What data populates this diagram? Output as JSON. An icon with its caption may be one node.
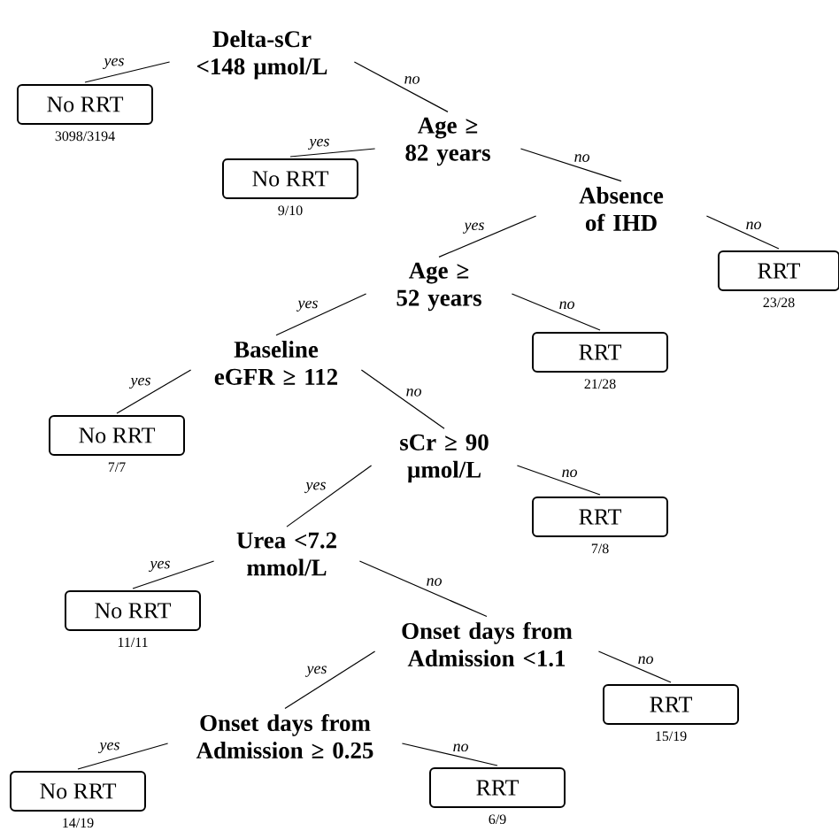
{
  "diagram": {
    "nodes": [
      {
        "text": [
          "Delta-sCr <148 µmol/L"
        ]
      },
      {
        "text": [
          "No RRT"
        ],
        "beside": [
          "3098/3194"
        ]
      },
      {
        "text": [
          "Age ≥  82 years"
        ]
      },
      {
        "text": [
          "No RRT"
        ],
        "beside": [
          "9/10"
        ]
      },
      {
        "text": [
          "Absence of IHD"
        ]
      },
      {
        "text": [
          "Age ≥ 52 years"
        ]
      },
      {
        "text": [
          "RRT"
        ],
        "beside": [
          "23/28"
        ]
      },
      {
        "text": [
          "Baseline eGFR ≥ 112"
        ]
      },
      {
        "text": [
          "RRT"
        ],
        "beside": [
          "21/28"
        ]
      },
      {
        "text": [
          "No RRT"
        ],
        "beside": [
          "7/7"
        ]
      },
      {
        "text": [
          "sCr ≥ 90 µmol/L"
        ]
      },
      {
        "text": [
          "RRT"
        ],
        "beside": [
          "7/8"
        ]
      },
      {
        "text": [
          "Urea <7.2 mmol/L"
        ]
      },
      {
        "text": [
          "No RRT"
        ],
        "beside": [
          "11/11"
        ]
      },
      {
        "text": [
          "Onset days from Admission <1.1"
        ]
      },
      {
        "text": [
          "RRT"
        ],
        "beside": [
          "15/19"
        ]
      },
      {
        "text": [
          "Onset days from Admission ≥ 0.25"
        ]
      },
      {
        "text": [
          "No RRT"
        ],
        "beside": [
          "14/19"
        ]
      },
      {
        "text": [
          "RRT"
        ],
        "beside": [
          "6/9"
        ]
      }
    ],
    "edges": [
      {
        "from": 0,
        "to": 1,
        "arrow": "none",
        "label": "yes"
      },
      {
        "from": 0,
        "to": 2,
        "arrow": "none",
        "label": "no"
      },
      {
        "from": 2,
        "to": 3,
        "arrow": "none",
        "label": "yes"
      },
      {
        "from": 2,
        "to": 4,
        "arrow": "none",
        "label": "no"
      },
      {
        "from": 4,
        "to": 5,
        "arrow": "none",
        "label": "yes"
      },
      {
        "from": 4,
        "to": 6,
        "arrow": "none",
        "label": "no"
      },
      {
        "from": 5,
        "to": 7,
        "arrow": "none",
        "label": "yes"
      },
      {
        "from": 5,
        "to": 8,
        "arrow": "none",
        "label": "no"
      },
      {
        "from": 7,
        "to": 9,
        "arrow": "none",
        "label": "yes"
      },
      {
        "from": 7,
        "to": 10,
        "arrow": "none",
        "label": "no"
      },
      {
        "from": 10,
        "to": 12,
        "arrow": "none",
        "label": "yes"
      },
      {
        "from": 10,
        "to": 11,
        "arrow": "none",
        "label": "no"
      },
      {
        "from": 12,
        "to": 13,
        "arrow": "none",
        "label": "yes"
      },
      {
        "from": 12,
        "to": 14,
        "arrow": "none",
        "label": "no"
      },
      {
        "from": 14,
        "to": 16,
        "arrow": "none",
        "label": "yes"
      },
      {
        "from": 14,
        "to": 15,
        "arrow": "none",
        "label": "no"
      },
      {
        "from": 16,
        "to": 17,
        "arrow": "none",
        "label": "yes"
      },
      {
        "from": 16,
        "to": 18,
        "arrow": "none",
        "label": "no"
      }
    ]
  }
}
